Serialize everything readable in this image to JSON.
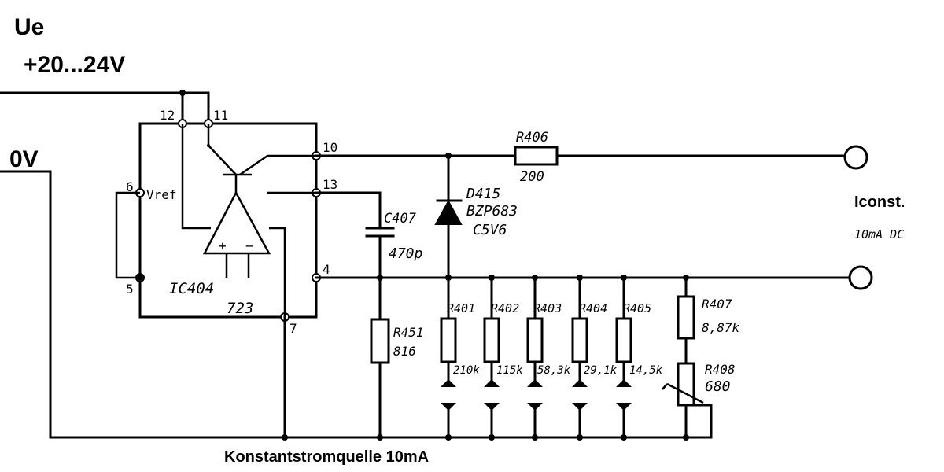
{
  "supply": {
    "label": "Ue",
    "voltage": "+20...24V",
    "ground": "0V"
  },
  "output": {
    "label": "Iconst.",
    "value": "10mA DC"
  },
  "caption": "Konstantstromquelle 10mA",
  "ic": {
    "name": "IC404",
    "type": "723",
    "vref": "Vref",
    "plus": "+",
    "minus": "−",
    "pins": {
      "p12": "12",
      "p11": "11",
      "p10": "10",
      "p13": "13",
      "p6": "6",
      "p5": "5",
      "p4": "4",
      "p7": "7"
    }
  },
  "capacitor": {
    "name": "C407",
    "value": "470p"
  },
  "diode": {
    "name": "D415",
    "type": "BZP683",
    "value": "C5V6"
  },
  "r_series": {
    "name": "R406",
    "value": "200"
  },
  "r451": {
    "name": "R451",
    "value": "816"
  },
  "resistors": [
    {
      "name": "R401",
      "value": "210k"
    },
    {
      "name": "R402",
      "value": "115k"
    },
    {
      "name": "R403",
      "value": "58,3k"
    },
    {
      "name": "R404",
      "value": "29,1k"
    },
    {
      "name": "R405",
      "value": "14,5k"
    }
  ],
  "r407": {
    "name": "R407",
    "value": "8,87k"
  },
  "r408": {
    "name": "R408",
    "value": "680"
  }
}
